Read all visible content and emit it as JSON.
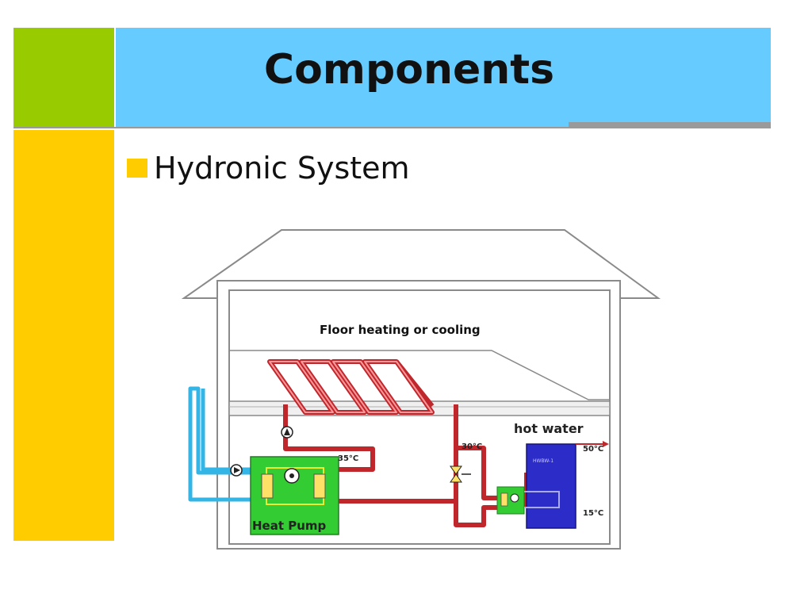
{
  "slide": {
    "title": "Components",
    "bullet": "Hydronic System"
  },
  "diagram": {
    "caption": "Floor heating or cooling",
    "heat_pump_label": "Heat Pump",
    "hot_water_label": "hot water",
    "temp_35": "35°C",
    "temp_30": "30°C",
    "temp_50": "50°C",
    "temp_15": "15°C"
  },
  "colors": {
    "title_bar": "#66ccff",
    "accent_green": "#99cc00",
    "accent_yellow": "#ffcc00",
    "pipe_red": "#c0272d",
    "pipe_cyan": "#33b5e5",
    "heat_pump_green": "#33cc33",
    "tank_blue": "#2c2cc8"
  }
}
